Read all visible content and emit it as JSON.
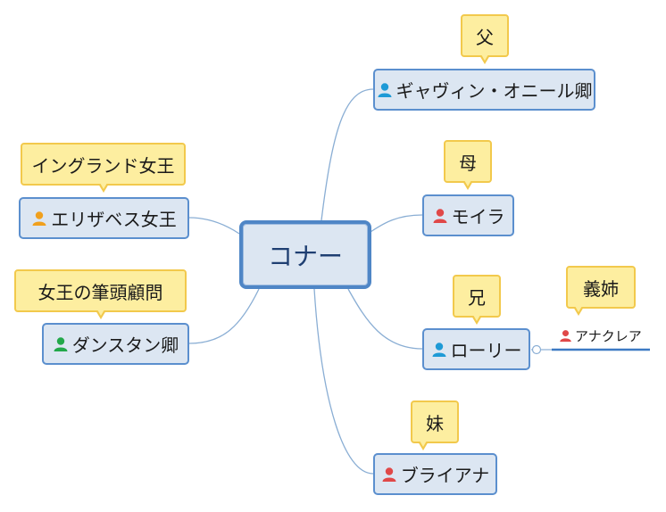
{
  "central": {
    "label": "コナー"
  },
  "nodes": [
    {
      "label": "ギャヴィン・オニール卿",
      "icon": "person-blue-icon",
      "icon_color": "#1e9ad6",
      "note": "父"
    },
    {
      "label": "モイラ",
      "icon": "person-red-icon",
      "icon_color": "#e04848",
      "note": "母"
    },
    {
      "label": "ローリー",
      "icon": "person-blue-icon",
      "icon_color": "#1e9ad6",
      "note": "兄"
    },
    {
      "label": "ブライアナ",
      "icon": "person-red-icon",
      "icon_color": "#e04848",
      "note": "妹"
    },
    {
      "label": "エリザベス女王",
      "icon": "person-orange-icon",
      "icon_color": "#f0a01e",
      "note": "イングランド女王"
    },
    {
      "label": "ダンスタン卿",
      "icon": "person-green-icon",
      "icon_color": "#22a84a",
      "note": "女王の筆頭顧問"
    }
  ],
  "sub": {
    "label": "アナクレア",
    "icon": "person-red-icon",
    "icon_color": "#e04848",
    "note": "義姉"
  },
  "colors": {
    "line": "#8aaed4",
    "sub_line": "#3d7ac4"
  }
}
